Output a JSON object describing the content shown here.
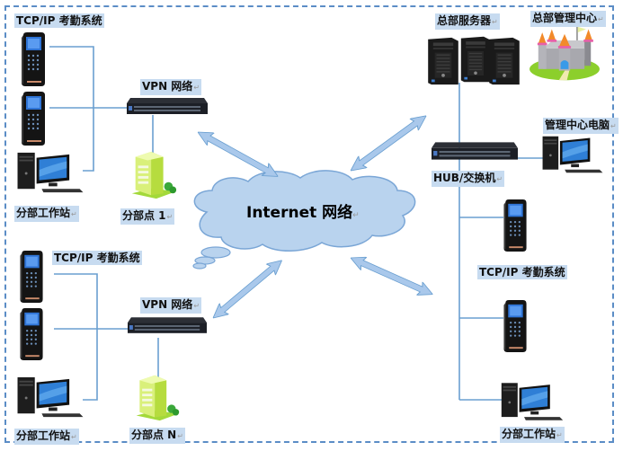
{
  "diagram": {
    "title": "TCP/IP attendance network topology",
    "colors": {
      "border": "#5b8dc6",
      "wire": "#6a9fd0",
      "cloud_fill": "#b9d3ee",
      "cloud_stroke": "#7aa6d6",
      "arrow_fill": "#a9c8eb",
      "label_bg": "#c7dbf0"
    },
    "center": {
      "label": "Internet 网络"
    },
    "branch_1": {
      "attendance_label": "TCP/IP 考勤系统",
      "vpn_label": "VPN 网络",
      "workstation_label": "分部工作站",
      "site_label": "分部点 1"
    },
    "branch_n": {
      "attendance_label": "TCP/IP 考勤系统",
      "vpn_label": "VPN 网络",
      "workstation_label": "分部工作站",
      "site_label": "分部点 N"
    },
    "headquarters": {
      "server_label": "总部服务器",
      "center_label": "总部管理中心",
      "pc_label": "管理中心电脑",
      "switch_label": "HUB/交换机",
      "attendance_label": "TCP/IP 考勤系统",
      "workstation_label": "分部工作站"
    },
    "icons": {
      "attendance_terminal": "attendance-terminal-icon",
      "switch": "network-switch-icon",
      "workstation": "desktop-computer-icon",
      "building": "branch-building-icon",
      "server": "server-tower-icon",
      "castle": "headquarters-castle-icon",
      "cloud": "internet-cloud-icon",
      "arrow": "bidirectional-arrow-icon"
    }
  }
}
